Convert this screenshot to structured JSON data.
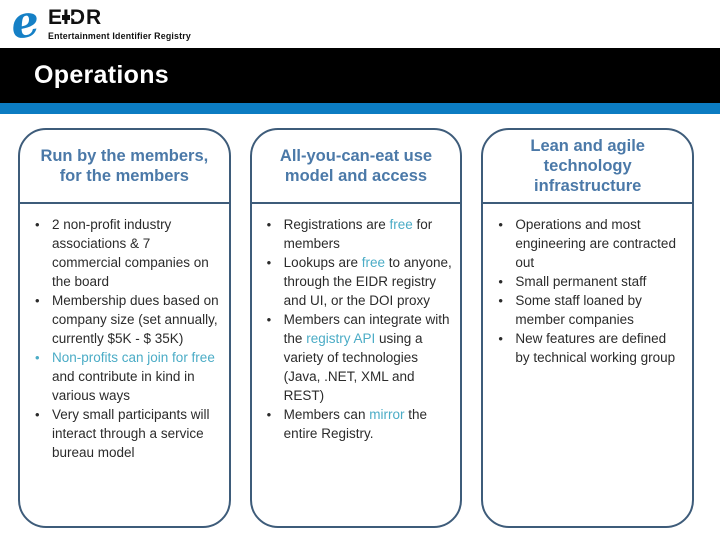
{
  "logo": {
    "brand": "EIDR",
    "subtitle": "Entertainment Identifier Registry",
    "icon": "swirl-e"
  },
  "header": {
    "title": "Operations"
  },
  "colors": {
    "logo_blue": "#1580C6",
    "strip_blue": "#0C7CC2",
    "card_border": "#3E5C7A",
    "card_title": "#4B79A8",
    "body_text": "#2B2B2B",
    "highlight_cyan": "#4BACC6",
    "bar_black": "#000000"
  },
  "bullet_glyph": "•",
  "boxes": [
    {
      "title": "Run by the members,\nfor the members",
      "bullets": [
        [
          {
            "text": "2 non-profit industry associations & 7 commercial companies on the board",
            "highlight": false
          }
        ],
        [
          {
            "text": "Membership dues based on company size (set annually, currently $5K - $ 35K)",
            "highlight": false
          }
        ],
        [
          {
            "text": "Non-profits can join for free",
            "highlight": true
          },
          {
            "text": " and contribute in kind in various ways",
            "highlight": false
          }
        ],
        [
          {
            "text": "Very small participants will interact through a service bureau model",
            "highlight": false
          }
        ]
      ]
    },
    {
      "title": "All-you-can-eat use\nmodel and access",
      "bullets": [
        [
          {
            "text": "Registrations are ",
            "highlight": false
          },
          {
            "text": "free",
            "highlight": true
          },
          {
            "text": " for members",
            "highlight": false
          }
        ],
        [
          {
            "text": "Lookups are ",
            "highlight": false
          },
          {
            "text": "free",
            "highlight": true
          },
          {
            "text": " to anyone, through the EIDR registry and UI, or the DOI proxy",
            "highlight": false
          }
        ],
        [
          {
            "text": "Members can integrate with the ",
            "highlight": false
          },
          {
            "text": "registry API",
            "highlight": true
          },
          {
            "text": " using a variety of technologies (Java, .NET, XML and REST)",
            "highlight": false
          }
        ],
        [
          {
            "text": "Members can ",
            "highlight": false
          },
          {
            "text": "mirror",
            "highlight": true
          },
          {
            "text": " the entire Registry.",
            "highlight": false
          }
        ]
      ]
    },
    {
      "title": "Lean and agile\ntechnology\ninfrastructure",
      "bullets": [
        [
          {
            "text": "Operations and most engineering are contracted out",
            "highlight": false
          }
        ],
        [
          {
            "text": "Small permanent staff",
            "highlight": false
          }
        ],
        [
          {
            "text": "Some staff loaned by member companies",
            "highlight": false
          }
        ],
        [
          {
            "text": "New features are defined by technical working group",
            "highlight": false
          }
        ]
      ]
    }
  ]
}
